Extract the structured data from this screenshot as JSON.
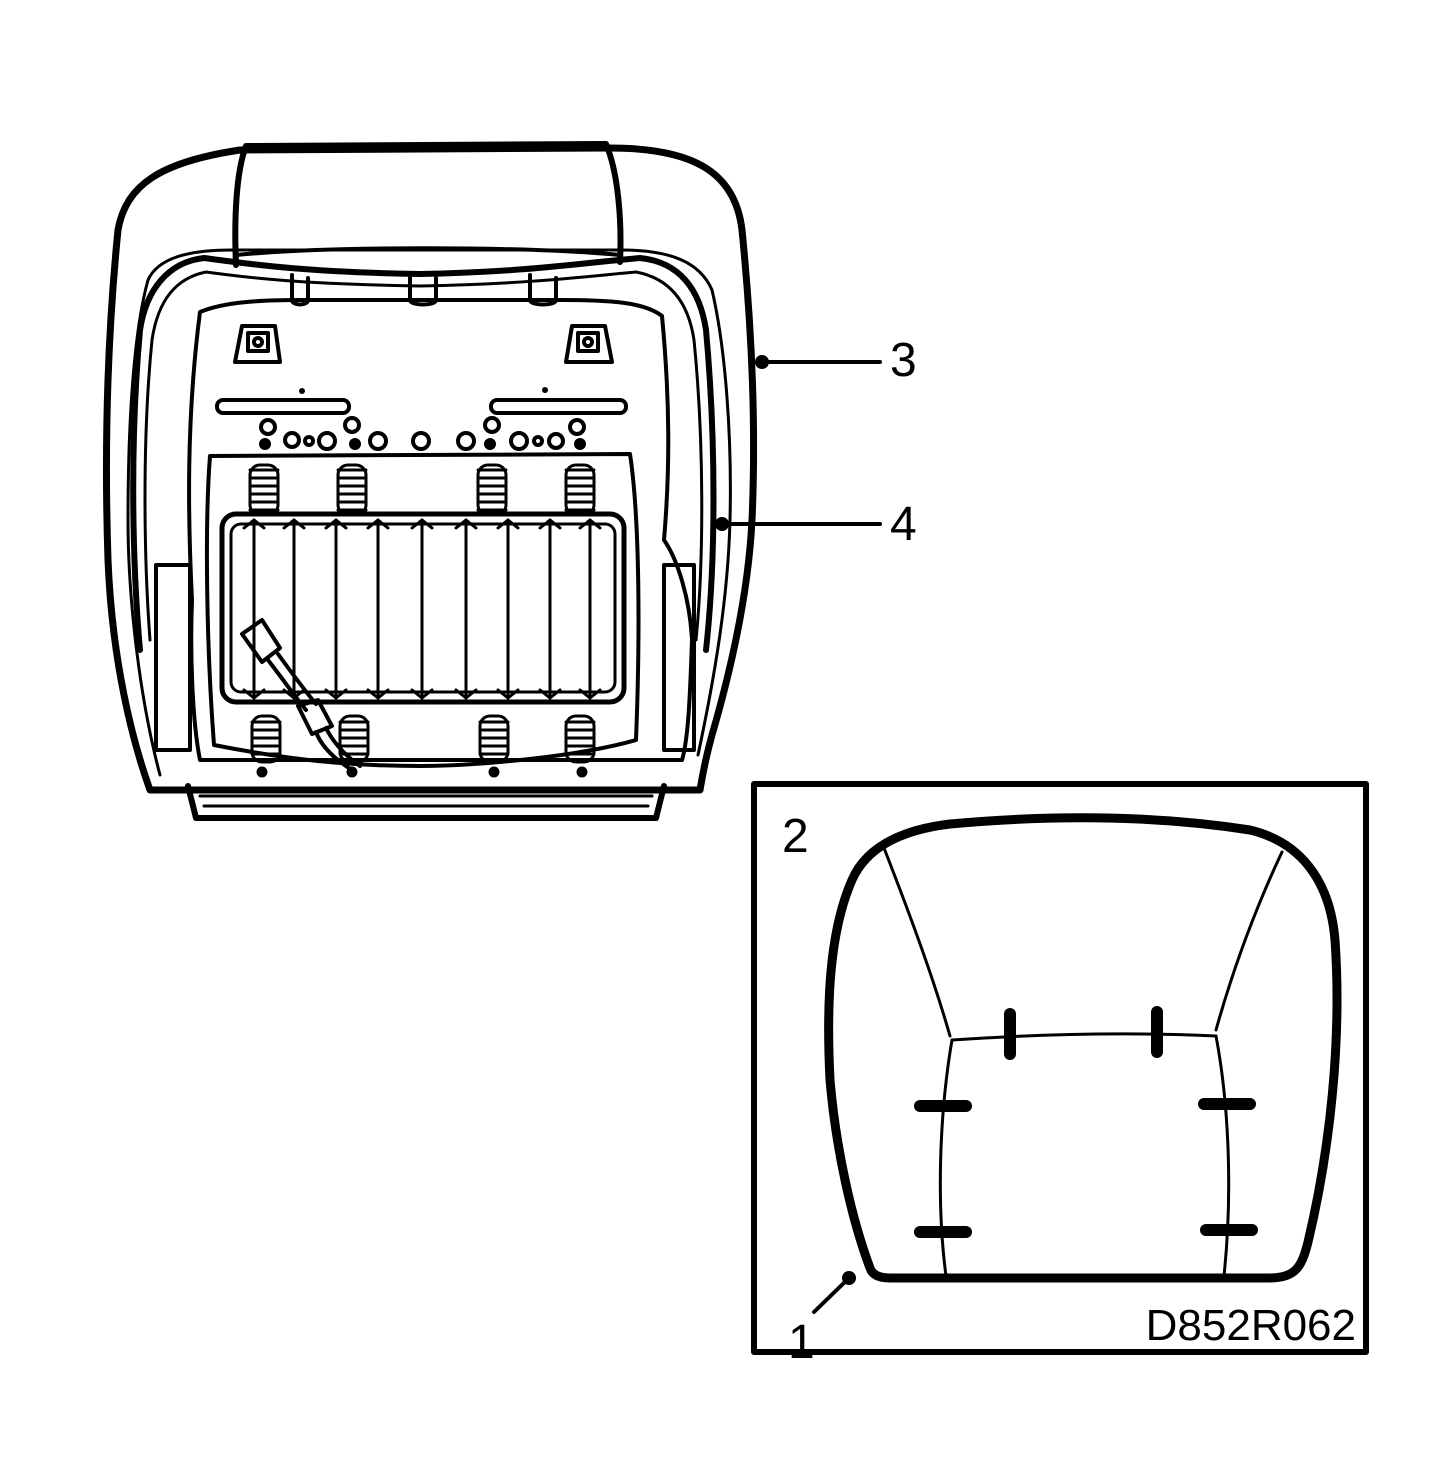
{
  "diagram": {
    "callouts": {
      "label_1": "1",
      "label_2": "2",
      "label_3": "3",
      "label_4": "4"
    },
    "drawing_code": "D852R062",
    "colors": {
      "ink": "#000000",
      "paper": "#ffffff"
    }
  }
}
